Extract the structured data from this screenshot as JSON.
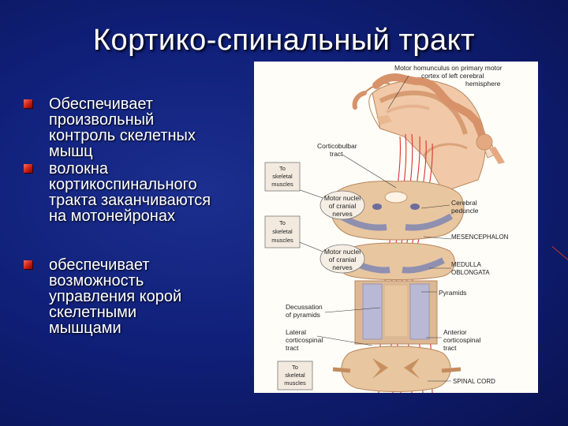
{
  "slide": {
    "title": "Кортико-спинальный тракт",
    "accent_color": "#c21b12",
    "bullets": [
      {
        "text": "Обеспечивает\nпроизвольный\nконтроль скелетных\nмышц"
      },
      {
        "text": "волокна\nкортикоспинального\nтракта заканчиваются\nна мотонейронах"
      },
      {
        "text": "обеспечивает\nвозможность\nуправления корой\nскелетными\nмышцами"
      }
    ]
  },
  "figure": {
    "labels": {
      "homunculus_1": "Motor homunculus on primary motor",
      "homunculus_2": "cortex of left cerebral",
      "homunculus_3": "hemisphere",
      "corticobulbar_1": "Corticobulbar",
      "corticobulbar_2": "tract",
      "motor_nuclei_1_a": "Motor nuclei",
      "motor_nuclei_1_b": "of cranial",
      "motor_nuclei_1_c": "nerves",
      "cerebral_peduncle_1": "Cerebral",
      "cerebral_peduncle_2": "peduncle",
      "mesencephalon": "MESENCEPHALON",
      "motor_nuclei_2_a": "Motor nuclei",
      "motor_nuclei_2_b": "of cranial",
      "motor_nuclei_2_c": "nerves",
      "medulla_1": "MEDULLA",
      "medulla_2": "OBLONGATA",
      "pyramids": "Pyramids",
      "decussation_1": "Decussation",
      "decussation_2": "of pyramids",
      "lateral_1": "Lateral",
      "lateral_2": "corticospinal",
      "lateral_3": "tract",
      "anterior_1": "Anterior",
      "anterior_2": "corticospinal",
      "anterior_3": "tract",
      "spinal_cord": "SPINAL CORD",
      "box1_a": "To",
      "box1_b": "skeletal",
      "box1_c": "muscles",
      "box2_a": "To",
      "box2_b": "skeletal",
      "box2_c": "muscles",
      "box3_a": "To",
      "box3_b": "skeletal",
      "box3_c": "muscles"
    }
  }
}
